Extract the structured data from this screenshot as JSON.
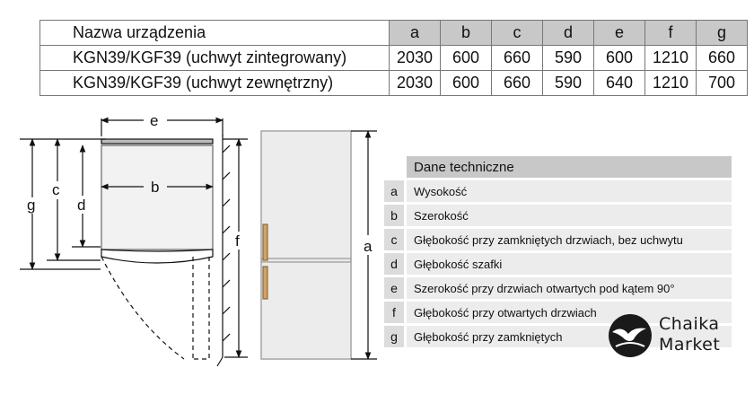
{
  "table": {
    "header": [
      "Nazwa urządzenia",
      "a",
      "b",
      "c",
      "d",
      "e",
      "f",
      "g"
    ],
    "rows": [
      [
        "KGN39/KGF39 (uchwyt zintegrowany)",
        "2030",
        "600",
        "660",
        "590",
        "600",
        "1210",
        "660"
      ],
      [
        "KGN39/KGF39 (uchwyt zewnętrzny)",
        "2030",
        "600",
        "660",
        "590",
        "640",
        "1210",
        "700"
      ]
    ]
  },
  "tech": {
    "title": "Dane techniczne",
    "items": [
      {
        "letter": "a",
        "text": "Wysokość"
      },
      {
        "letter": "b",
        "text": "Szerokość"
      },
      {
        "letter": "c",
        "text": "Głębokość przy zamkniętych drzwiach, bez uchwytu"
      },
      {
        "letter": "d",
        "text": "Głębokość szafki"
      },
      {
        "letter": "e",
        "text": "Szerokość przy drzwiach otwartych pod kątem 90°"
      },
      {
        "letter": "f",
        "text": "Głębokość przy otwartych drzwiach"
      },
      {
        "letter": "g",
        "text": "Głębokość przy zamkniętych"
      }
    ]
  },
  "diagram_labels": {
    "a": "a",
    "b": "b",
    "c": "c",
    "d": "d",
    "e": "e",
    "f": "f",
    "g": "g"
  },
  "brand": {
    "line1": "Chaika",
    "line2": "Market"
  }
}
